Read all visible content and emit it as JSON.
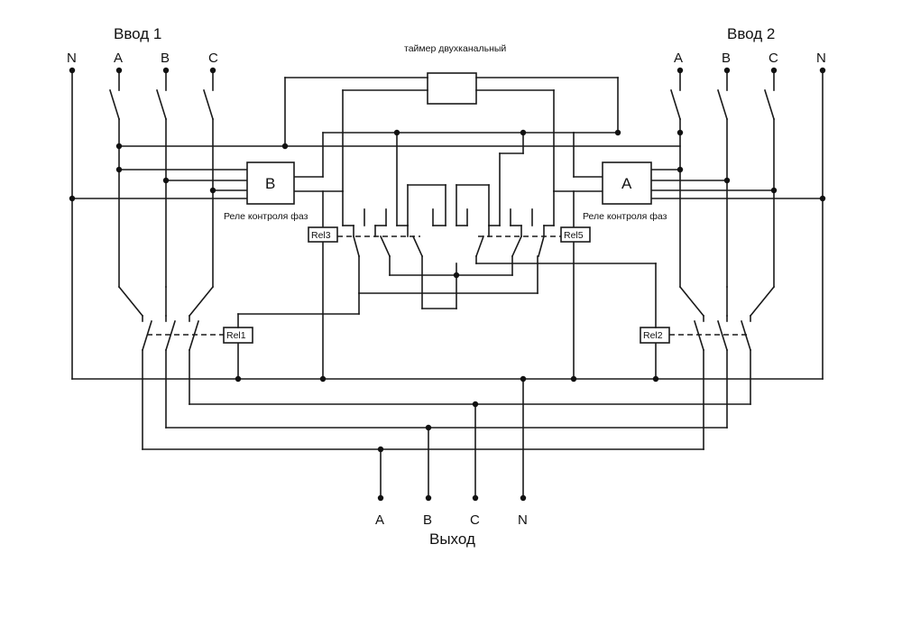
{
  "inputs": {
    "input1": {
      "title": "Ввод 1",
      "terminals": [
        "N",
        "A",
        "B",
        "C"
      ]
    },
    "input2": {
      "title": "Ввод 2",
      "terminals": [
        "A",
        "B",
        "C",
        "N"
      ]
    }
  },
  "timer": {
    "label": "таймер двухканальный"
  },
  "phase_relays": {
    "left": {
      "letter": "B",
      "caption": "Реле контроля фаз"
    },
    "right": {
      "letter": "A",
      "caption": "Реле контроля фаз"
    }
  },
  "relays": {
    "rel1": "Rel1",
    "rel2": "Rel2",
    "rel3": "Rel3",
    "rel5": "Rel5"
  },
  "output": {
    "title": "Выход",
    "terminals": [
      "A",
      "B",
      "C",
      "N"
    ]
  },
  "colors": {
    "ink": "#1a1a1a",
    "background": "#ffffff"
  }
}
